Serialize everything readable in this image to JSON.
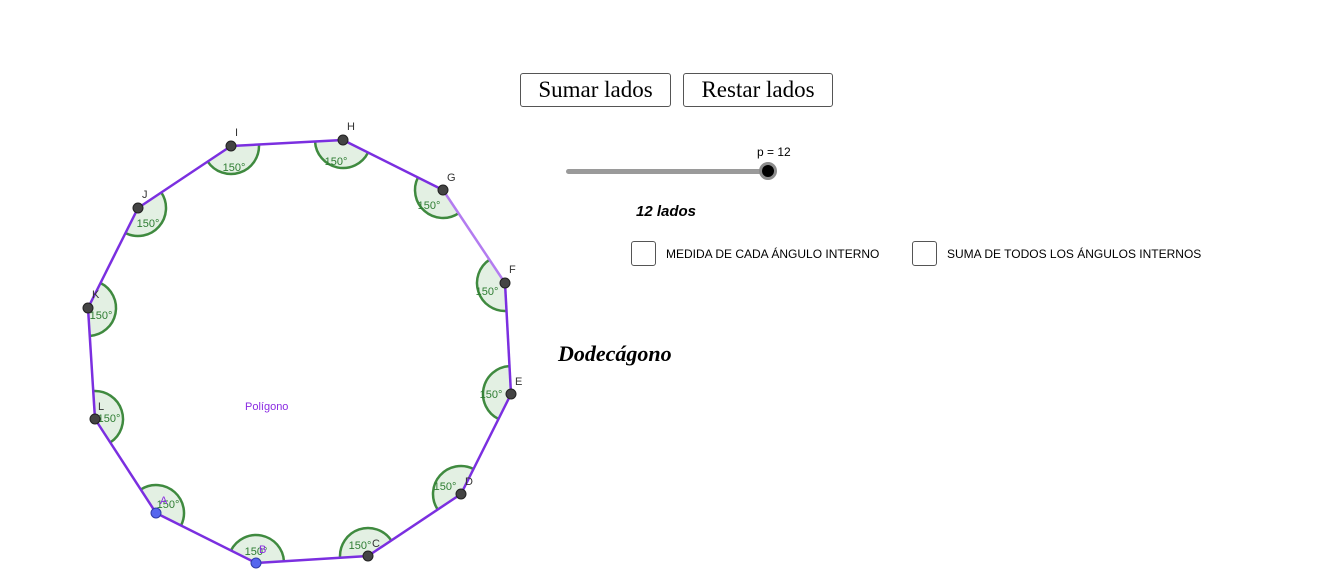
{
  "buttons": {
    "add_label": "Sumar lados",
    "sub_label": "Restar lados"
  },
  "slider": {
    "label": "p = 12",
    "value": 12
  },
  "sides_text": "12 lados",
  "checkboxes": [
    {
      "label": "MEDIDA DE CADA ÁNGULO INTERNO",
      "checked": false
    },
    {
      "label": "SUMA DE TODOS LOS ÁNGULOS INTERNOS",
      "checked": false
    }
  ],
  "polygon_name": "Dodecágono",
  "polygon_label": "Polígono",
  "angle_label": "150°",
  "vertices": [
    {
      "name": "A",
      "free": true
    },
    {
      "name": "B",
      "free": true
    },
    {
      "name": "C",
      "free": false
    },
    {
      "name": "D",
      "free": false
    },
    {
      "name": "E",
      "free": false
    },
    {
      "name": "F",
      "free": false
    },
    {
      "name": "G",
      "free": false
    },
    {
      "name": "H",
      "free": false
    },
    {
      "name": "I",
      "free": false
    },
    {
      "name": "J",
      "free": false
    },
    {
      "name": "K",
      "free": false
    },
    {
      "name": "L",
      "free": false
    }
  ],
  "colors": {
    "polygon_stroke": "#7b2fe0",
    "highlight_edge": "#b37cf0",
    "angle_stroke": "#3f8a3f",
    "angle_fill": "#e3f0e3",
    "angle_text": "#2e7d32",
    "free_point": "#5566ee",
    "fixed_point": "#444444",
    "label_purple": "#8a2be2"
  }
}
